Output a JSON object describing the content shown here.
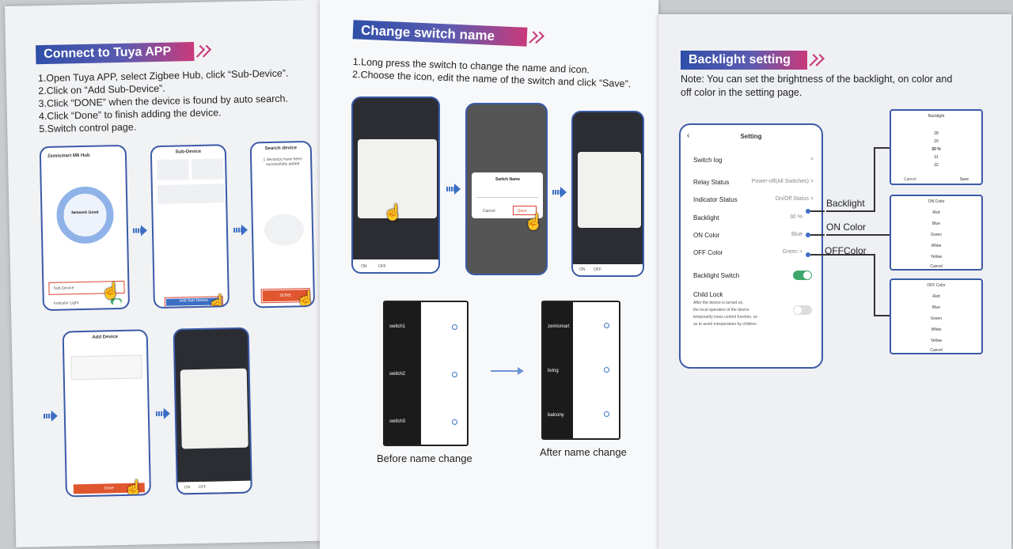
{
  "panel1": {
    "banner": "Connect to Tuya APP",
    "steps": [
      "1.Open Tuya APP, select Zigbee Hub, click “Sub-Device”.",
      "2.Click on “Add Sub-Device”.",
      "3.Click “DONE” when the device is found by auto search.",
      "4.Click “Done” to finish adding the device.",
      "5.Switch control page."
    ],
    "phone1": {
      "title": "Zemismart M6 Hub",
      "status": "Network Good",
      "sub_device": "Sub-Device",
      "indicator": "Indicator Light"
    },
    "phone2": {
      "title": "Sub-Device",
      "add_button": "Add Sub-Device"
    },
    "phone3": {
      "title": "Search device",
      "msg": "1 device(s) have been successfully added",
      "done": "DONE"
    },
    "phone4": {
      "title": "Add Device",
      "done": "Done"
    }
  },
  "panel2": {
    "banner": "Change switch name",
    "steps": [
      "1.Long press the switch to change the name and icon.",
      "2.Choose the icon, edit the name of the switch and click “Save”."
    ],
    "dialog": {
      "title": "Switch Name",
      "cancel": "Cancel",
      "save": "Save"
    },
    "before": {
      "labels": [
        "switch1",
        "switch2",
        "switch3"
      ],
      "caption": "Before name change"
    },
    "after": {
      "labels": [
        "zemismart",
        "living",
        "balcony"
      ],
      "caption": "After name change"
    },
    "tabbar": [
      "ON",
      "OFF"
    ]
  },
  "panel3": {
    "banner": "Backlight setting",
    "note": [
      "Note: You can set the brightness of the backlight, on color and",
      "off color in the setting page."
    ],
    "setting": {
      "title": "Setting",
      "rows": [
        {
          "label": "Switch log",
          "value": ">"
        },
        {
          "label": "Relay Status",
          "value": "Power-off(All Switches) >"
        },
        {
          "label": "Indicator Status",
          "value": "On/Off Status >"
        },
        {
          "label": "Backlight",
          "value": "30 %"
        },
        {
          "label": "ON Color",
          "value": "Blue"
        },
        {
          "label": "OFF Color",
          "value": "Green >"
        }
      ],
      "backlight_switch": "Backlight Switch",
      "child_lock": "Child Lock",
      "child_lock_desc": [
        "After the device is turned on,",
        "the local operation of the device",
        "temporarily loses control function, so",
        "as to avoid misoperation by children"
      ]
    },
    "callouts": [
      "Backlight",
      "ON Color",
      "OFFColor"
    ],
    "picker_backlight": {
      "title": "Backlight",
      "values": [
        "28",
        "29",
        "30 %",
        "31",
        "32"
      ],
      "cancel": "Cancel",
      "save": "Save"
    },
    "picker_on": {
      "title": "ON Color",
      "values": [
        "Red",
        "Blue",
        "Green",
        "White",
        "Yellow"
      ],
      "cancel": "Cancel"
    },
    "picker_off": {
      "title": "OFF Color",
      "values": [
        "Red",
        "Blue",
        "Green",
        "White",
        "Yellow"
      ],
      "cancel": "Cancel"
    }
  }
}
